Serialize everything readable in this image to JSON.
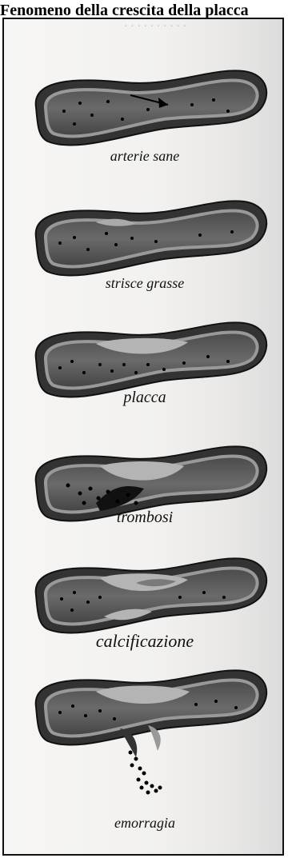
{
  "page": {
    "title": "Fenomeno della crescita della placca"
  },
  "stages": [
    {
      "id": "healthy",
      "label": "arterie sane"
    },
    {
      "id": "fatty-streaks",
      "label": "strisce grasse"
    },
    {
      "id": "plaque",
      "label": "placca"
    },
    {
      "id": "thrombosis",
      "label": "trombosi"
    },
    {
      "id": "calcification",
      "label": "calcificazione"
    },
    {
      "id": "hemorrhage",
      "label": "emorragia"
    }
  ],
  "colors": {
    "vessel_outer": "#3a3a3a",
    "vessel_wall": "#9a9a9a",
    "lumen": "#5a5a5a",
    "plaque": "#b0b0b0",
    "dots": "#000000"
  }
}
